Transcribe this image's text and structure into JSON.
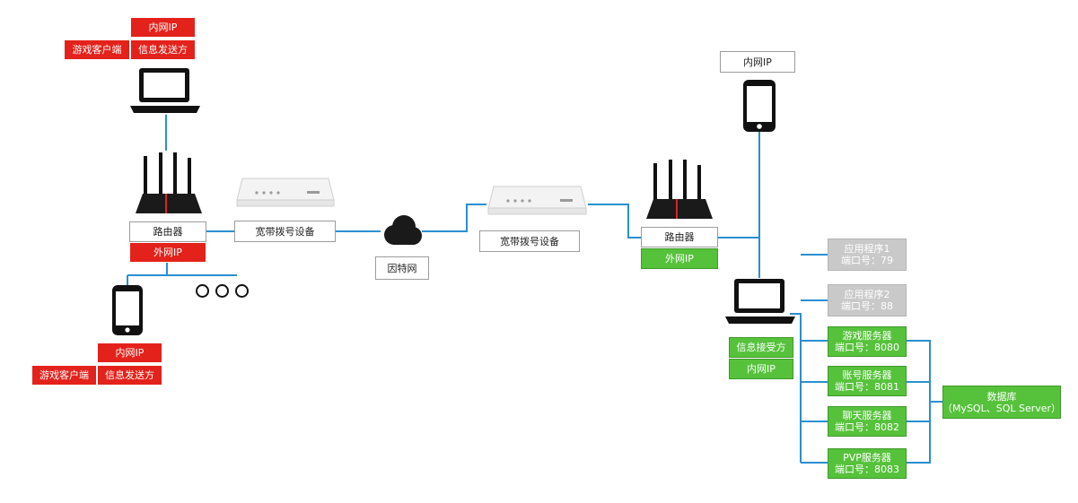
{
  "colors": {
    "wire": "#2a8fd0",
    "red": "#e3221b",
    "green": "#56c23b",
    "gray": "#c9c9c9",
    "device": "#111111"
  },
  "left": {
    "laptop": {
      "intranet_ip": "内网IP",
      "client": "游戏客户端",
      "sender": "信息发送方"
    },
    "router": {
      "label": "路由器",
      "extranet_ip": "外网IP"
    },
    "phone": {
      "intranet_ip": "内网IP",
      "client": "游戏客户端",
      "sender": "信息发送方"
    },
    "modem": {
      "label": "宽带拨号设备"
    },
    "more_devices_icon": "ellipsis-rings"
  },
  "internet": {
    "label": "因特网",
    "icon": "cloud-icon"
  },
  "right": {
    "modem": {
      "label": "宽带拨号设备"
    },
    "router": {
      "label": "路由器",
      "extranet_ip": "外网IP"
    },
    "phone": {
      "intranet_ip": "内网IP"
    },
    "server_pc": {
      "receiver": "信息接受方",
      "intranet_ip": "内网IP"
    },
    "apps": [
      {
        "name": "应用程序1",
        "port": "端口号：79",
        "color": "gray"
      },
      {
        "name": "应用程序2",
        "port": "端口号：88",
        "color": "gray"
      },
      {
        "name": "游戏服务器",
        "port": "端口号：8080",
        "color": "green"
      },
      {
        "name": "账号服务器",
        "port": "端口号：8081",
        "color": "green"
      },
      {
        "name": "聊天服务器",
        "port": "端口号：8082",
        "color": "green"
      },
      {
        "name": "PVP服务器",
        "port": "端口号：8083",
        "color": "green"
      }
    ],
    "database": {
      "name": "数据库",
      "detail": "（MySQL、SQL Server）"
    }
  }
}
